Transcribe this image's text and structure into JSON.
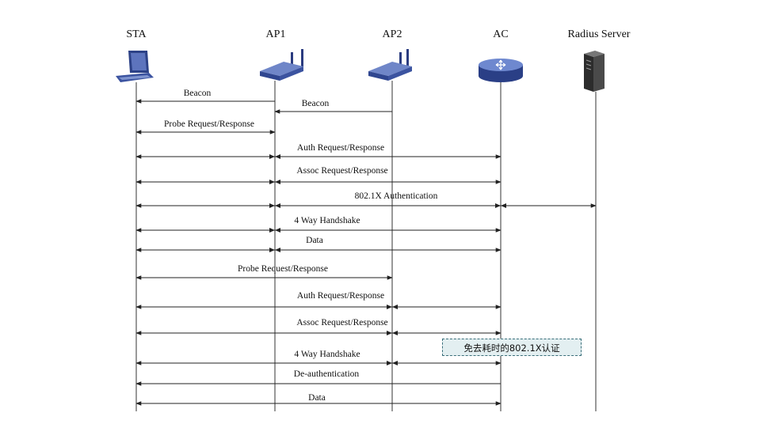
{
  "entities": [
    {
      "id": "sta",
      "label": "STA",
      "icon": "laptop-icon"
    },
    {
      "id": "ap1",
      "label": "AP1",
      "icon": "access-point-icon"
    },
    {
      "id": "ap2",
      "label": "AP2",
      "icon": "access-point-icon"
    },
    {
      "id": "ac",
      "label": "AC",
      "icon": "router-icon"
    },
    {
      "id": "radius",
      "label": "Radius Server",
      "icon": "server-icon"
    }
  ],
  "messages": [
    {
      "label": "Beacon",
      "from": "ap1",
      "to": "sta",
      "dir": "to",
      "seq": 0
    },
    {
      "label": "Beacon",
      "from": "ap2",
      "to": "ap1",
      "dir": "to",
      "seq": 1
    },
    {
      "label": "Probe Request/Response",
      "from": "sta",
      "to": "ap1",
      "dir": "both",
      "seq": 2
    },
    {
      "label": "Auth Request/Response",
      "from": "sta",
      "to": "ac",
      "dir": "both",
      "seq": 3
    },
    {
      "label": "Assoc Request/Response",
      "from": "sta",
      "to": "ac",
      "dir": "both",
      "seq": 4
    },
    {
      "label": "802.1X  Authentication",
      "from": "sta",
      "to": "radius",
      "dir": "both",
      "seq": 5
    },
    {
      "label": "4 Way Handshake",
      "from": "sta",
      "to": "ac",
      "dir": "both",
      "seq": 6
    },
    {
      "label": "Data",
      "from": "sta",
      "to": "ac",
      "dir": "both",
      "seq": 7
    },
    {
      "label": "Probe Request/Response",
      "from": "sta",
      "to": "ap2",
      "dir": "both",
      "seq": 8
    },
    {
      "label": "Auth Request/Response",
      "from": "sta",
      "to": "ac",
      "dir": "both",
      "seq": 9
    },
    {
      "label": "Assoc Request/Response",
      "from": "sta",
      "to": "ac",
      "dir": "both",
      "seq": 10
    },
    {
      "label": "4 Way Handshake",
      "from": "sta",
      "to": "ac",
      "dir": "both",
      "seq": 11
    },
    {
      "label": "De-authentication",
      "from": "ac",
      "to": "sta",
      "dir": "to",
      "seq": 12
    },
    {
      "label": "Data",
      "from": "sta",
      "to": "ac",
      "dir": "both",
      "seq": 13
    }
  ],
  "note": "免去耗时的802.1X认证",
  "colors": {
    "device_blue": "#3b53a0",
    "note_border": "#3a6f7a",
    "note_fill": "#e3eff1",
    "line": "#222222"
  }
}
